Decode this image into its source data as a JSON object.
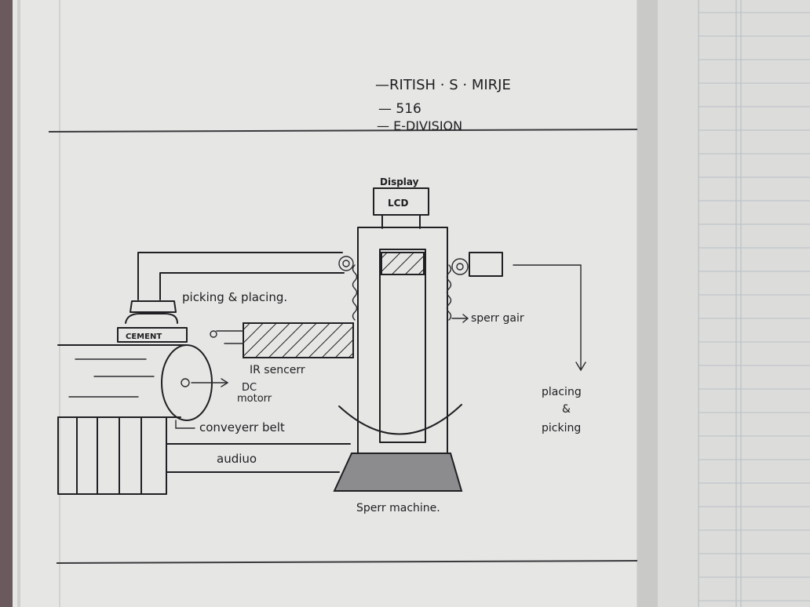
{
  "author": {
    "name": "—RITISH · S · MIRJE",
    "roll": "— 516",
    "division": "— E-DIVISION"
  },
  "labels": {
    "display": "Display",
    "lcd": "LCD",
    "picking_placing": "picking & placing.",
    "cement": "CEMENT",
    "ir_sensor": "IR sencerr",
    "dc_motor_1": "DC",
    "dc_motor_2": "motorr",
    "conveyor_belt": "conveyerr belt",
    "arduino": "audiuo",
    "spur_gear": "sperr gair",
    "placing_1": "placing",
    "placing_2": "&",
    "placing_3": "picking",
    "spur_machine": "Sperr machine."
  },
  "colors": {
    "paper": "#e6e6e4",
    "paper_right": "#dcdcda",
    "ink": "#202024",
    "pencil_shade": "#8d8d8f",
    "grid_line": "#b9c0c6"
  }
}
